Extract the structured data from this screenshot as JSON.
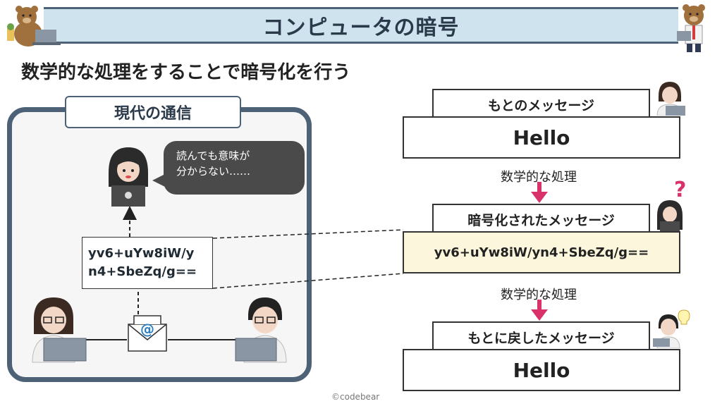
{
  "title": "コンピュータの暗号",
  "subtitle": "数学的な処理をすることで暗号化を行う",
  "panel": {
    "label": "現代の通信",
    "bubble_line1": "読んでも意味が",
    "bubble_line2": "分からない……",
    "cipher_line1": "yv6+uYw8iW/y",
    "cipher_line2": "n4+SbeZq/g==",
    "mail_symbol": "@"
  },
  "flow": {
    "original_label": "もとのメッセージ",
    "original_message": "Hello",
    "process1": "数学的な処理",
    "encrypted_label": "暗号化されたメッセージ",
    "encrypted_message": "yv6+uYw8iW/yn4+SbeZq/g==",
    "process2": "数学的な処理",
    "restored_label": "もとに戻したメッセージ",
    "restored_message": "Hello",
    "question_mark": "?"
  },
  "copyright": "©codebear",
  "colors": {
    "banner_bg": "#cfe3ef",
    "frame": "#4d6276",
    "arrow": "#d9326a",
    "cipher_bg": "#fbf6dc"
  }
}
